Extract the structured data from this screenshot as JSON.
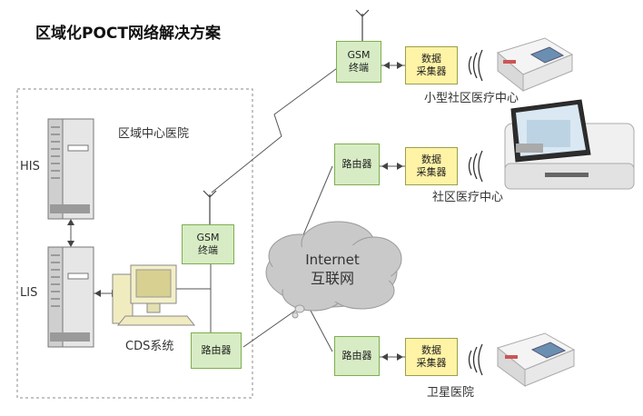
{
  "title": "区域化POCT网络解决方案",
  "hospital": {
    "label": "区域中心医院",
    "servers": [
      "HIS",
      "LIS"
    ],
    "cds_label": "CDS系统",
    "gsm": {
      "line1": "GSM",
      "line2": "终端"
    },
    "router": "路由器"
  },
  "internet": {
    "line1": "Internet",
    "line2": "互联网"
  },
  "sites": [
    {
      "name": "小型社区医疗中心",
      "gateway": {
        "line1": "GSM",
        "line2": "终端"
      },
      "collector": {
        "line1": "数据",
        "line2": "采集器"
      }
    },
    {
      "name": "社区医疗中心",
      "gateway": {
        "line1": "路由器",
        "line2": ""
      },
      "collector": {
        "line1": "数据",
        "line2": "采集器"
      }
    },
    {
      "name": "卫星医院",
      "gateway": {
        "line1": "路由器",
        "line2": ""
      },
      "collector": {
        "line1": "数据",
        "line2": "采集器"
      }
    }
  ],
  "colors": {
    "box_green": "#d7ecc4",
    "box_yellow": "#fff3a6",
    "border_green": "#7fae4e",
    "cloud": "#c9c9c9"
  }
}
